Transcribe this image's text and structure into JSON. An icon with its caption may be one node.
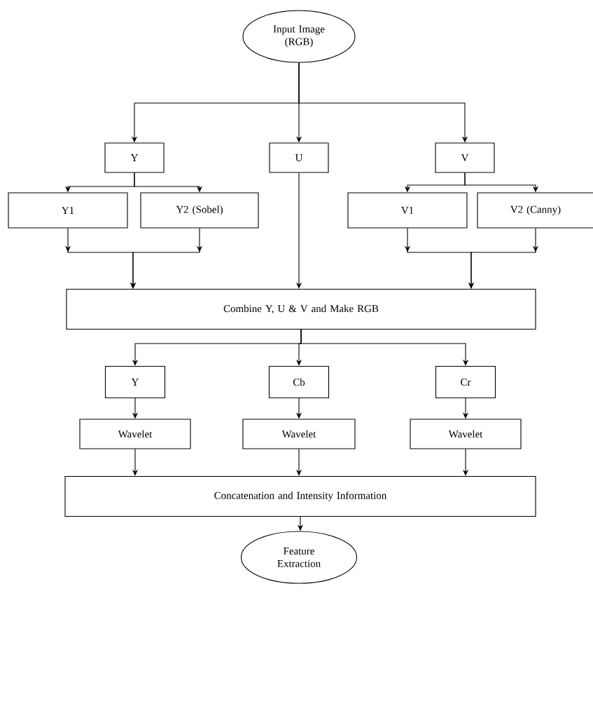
{
  "diagram": {
    "nodes": [
      {
        "text": [
          "Input Image (RGB)"
        ]
      },
      {
        "text": [
          "Y"
        ]
      },
      {
        "text": [
          "U"
        ]
      },
      {
        "text": [
          "V"
        ]
      },
      {
        "text": [
          "Y1"
        ]
      },
      {
        "text": [
          "Y2 (Sobel)"
        ]
      },
      {
        "text": [
          "V1"
        ]
      },
      {
        "text": [
          "V2 (Canny)"
        ]
      },
      {
        "text": [
          "Combine Y, U & V and Make RGB"
        ]
      },
      {
        "text": [
          "Y"
        ]
      },
      {
        "text": [
          "Cb"
        ]
      },
      {
        "text": [
          "Cr"
        ]
      },
      {
        "text": [
          "Wavelet"
        ]
      },
      {
        "text": [
          "Wavelet"
        ]
      },
      {
        "text": [
          "Wavelet"
        ]
      },
      {
        "text": [
          "Concatenation and Intensity Information"
        ]
      },
      {
        "text": [
          "Feature Extraction"
        ]
      }
    ],
    "edges": [
      {
        "from": 0,
        "to": 1,
        "arrow": "to"
      },
      {
        "from": 0,
        "to": 2,
        "arrow": "to"
      },
      {
        "from": 0,
        "to": 3,
        "arrow": "to"
      },
      {
        "from": 1,
        "to": 4,
        "arrow": "to"
      },
      {
        "from": 1,
        "to": 5,
        "arrow": "to"
      },
      {
        "from": 3,
        "to": 6,
        "arrow": "to"
      },
      {
        "from": 3,
        "to": 7,
        "arrow": "to"
      },
      {
        "from": 4,
        "to": 8,
        "arrow": "to"
      },
      {
        "from": 5,
        "to": 8,
        "arrow": "to"
      },
      {
        "from": 2,
        "to": 8,
        "arrow": "to"
      },
      {
        "from": 6,
        "to": 8,
        "arrow": "to"
      },
      {
        "from": 7,
        "to": 8,
        "arrow": "to"
      },
      {
        "from": 8,
        "to": 9,
        "arrow": "to"
      },
      {
        "from": 8,
        "to": 10,
        "arrow": "to"
      },
      {
        "from": 8,
        "to": 11,
        "arrow": "to"
      },
      {
        "from": 9,
        "to": 12,
        "arrow": "to"
      },
      {
        "from": 10,
        "to": 13,
        "arrow": "to"
      },
      {
        "from": 11,
        "to": 14,
        "arrow": "to"
      },
      {
        "from": 12,
        "to": 15,
        "arrow": "to"
      },
      {
        "from": 13,
        "to": 15,
        "arrow": "to"
      },
      {
        "from": 14,
        "to": 15,
        "arrow": "to"
      },
      {
        "from": 15,
        "to": 16,
        "arrow": "to"
      }
    ]
  }
}
